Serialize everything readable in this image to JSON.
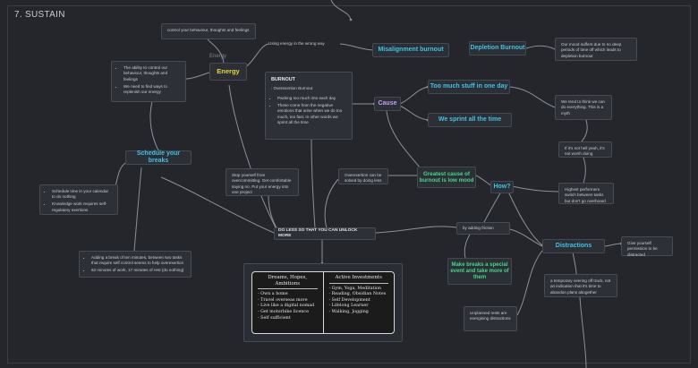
{
  "section_title": "7. SUSTAIN",
  "center": "DO LESS SO THAT YOU CAN UNLOCK MORE",
  "energy": {
    "label": "Energy",
    "tag": "Energy",
    "control_note": "control your behaviour, thoughts and feelings",
    "ability_card": [
      "The ability to control our behaviour, thoughts and feelings",
      "We need to find ways to replenish our energy"
    ],
    "wrong_way": "Using energy in the wrong way"
  },
  "burnout": {
    "title": "BURNOUT",
    "subtitle": ": Overexertion Burnout",
    "items": [
      "Packing too much into each day",
      "These come from the negative emotions that arise when we do too much, too fast. In other words we sprint all the time"
    ]
  },
  "misalignment": "Misalignment burnout",
  "depletion": {
    "label": "Depletion Burnout",
    "note": "Our mood suffers due to no deep periods of time off which leads to depletion burnout"
  },
  "cause": {
    "label": "Cause",
    "too_much": "Too much stuff in one day",
    "sprint": "We sprint all the time",
    "myth_note": "We tend to think we can do everything. This is a myth",
    "hell_yeah": "If it's not hell yeah, it's not worth doing",
    "high_performers": "Highest performers switch between tasks but don't go overboard"
  },
  "mood": {
    "label": "Greatest cause of burnout is low mood",
    "solve_note": "Overexertion can be solved by doing less"
  },
  "stop_note": "Stop yourself from overcommitting. Get comfortable saying no. Put your energy into one project",
  "breaks": {
    "label": "Schedule your breaks",
    "left_card": [
      "Schedule time in your calendar to do nothing",
      "Knowledge work requires self-regulatory exertions"
    ],
    "bottom_card": [
      "Adding a break of ten minutes, between two tasks that require self control seems to help overexertion",
      "52 minutes of work, 17 minutes of rest (do nothing)"
    ]
  },
  "how": {
    "label": "How?",
    "friction": "by adding friction",
    "special": "Make breaks a special event and take more of them",
    "distractions": "Distractions",
    "permission": "Give yourself permission to be distracted",
    "veering": "a temporary veering off track, not an indication that it's time to abandon plans altogether",
    "unplanned": "Unplanned rests are energising distractions"
  },
  "board": {
    "left_title": "Dreams, Hopes, Ambitions",
    "left_items": [
      "Own a home",
      "Travel overseas more",
      "Live like a digital nomad",
      "Get motorbike licence",
      "Self sufficient"
    ],
    "right_title": "Active Investments",
    "right_items": [
      "Gym, Yoga, Meditation",
      "Reading, Obsidian Notes",
      "Self Development",
      "Lifelong Learner",
      "Walking, Jogging"
    ]
  }
}
